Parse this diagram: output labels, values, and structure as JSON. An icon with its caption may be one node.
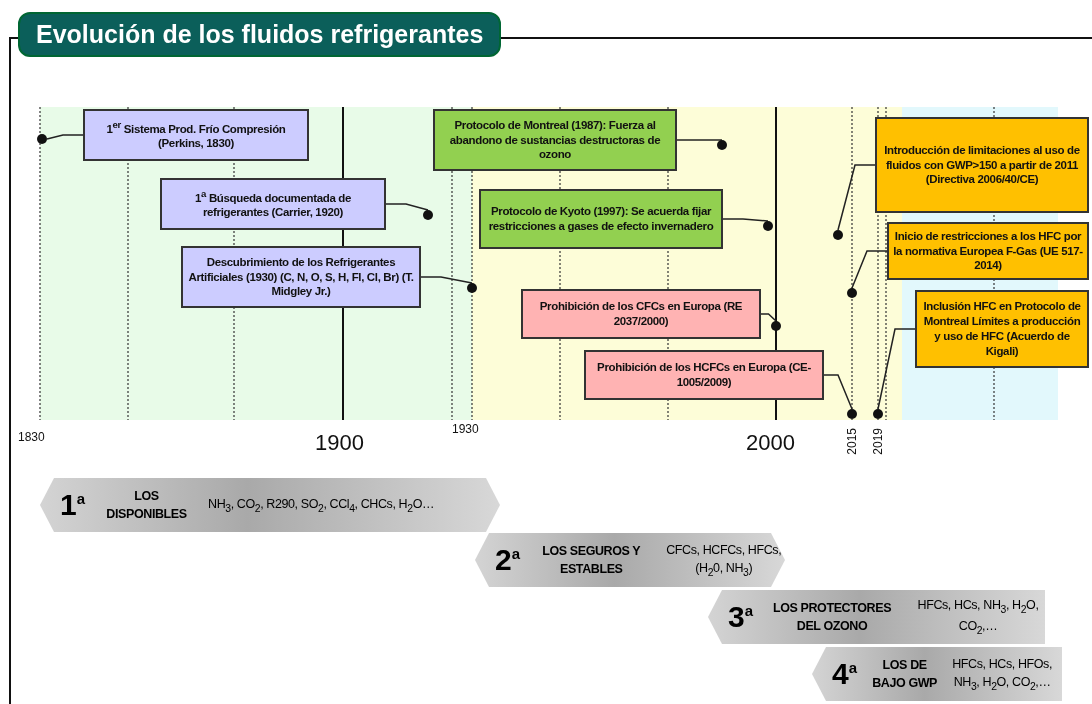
{
  "diagram": {
    "title": "Evolución de los fluidos refrigerantes",
    "nodes": [
      {
        "text": [
          "1$^{er}$ Sistema Prod. Frío Compresión (Perkins, 1830)"
        ]
      },
      {
        "text": [],
        "shape": "circle"
      },
      {
        "text": [
          "1$^{a}$ Búsqueda documentada de refrigerantes (Carrier, 1920)"
        ]
      },
      {
        "text": [],
        "shape": "circle"
      },
      {
        "text": [
          "Descubrimiento de los Refrigerantes Artificiales (1930) (C, N, O, S, H, Fl, Cl, Br) (T. Midgley Jr.)"
        ]
      },
      {
        "text": [],
        "shape": "circle"
      },
      {
        "text": [
          "Protocolo de Montreal (1987): Fuerza al abandono de sustancias destructoras de ozono"
        ]
      },
      {
        "text": [],
        "shape": "circle"
      },
      {
        "text": [
          "Protocolo de Kyoto (1997): Se acuerda fijar restricciones a gases de efecto invernadero"
        ]
      },
      {
        "text": [],
        "shape": "circle"
      },
      {
        "text": [
          "Prohibición de los CFCs en Europa (RE 2037/2000)"
        ]
      },
      {
        "text": [],
        "shape": "circle"
      },
      {
        "text": [
          "Prohibición de los HCFCs en Europa (CE-1005/2009)"
        ]
      },
      {
        "text": [],
        "shape": "circle"
      },
      {
        "text": [
          "Introducción de limitaciones al uso de fluidos con GWP>150 a partir de 2011 (Directiva 2006/40/CE)"
        ]
      },
      {
        "text": [],
        "shape": "circle"
      },
      {
        "text": [
          "Inicio de restricciones a los HFC por la normativa Europea F-Gas (UE 517-2014)"
        ]
      },
      {
        "text": [],
        "shape": "circle"
      },
      {
        "text": [
          "Inclusión HFC en Protocolo de Montreal Límites a producción y uso de HFC (Acuerdo de Kigali)"
        ]
      },
      {
        "text": [],
        "shape": "circle"
      },
      {
        "text": [
          "1$^{a}$",
          "LOS DISPONIBLES",
          "NH$_{3}$, CO$_{2}$, R290, SO$_{2}$, CCl$_{4}$, CHCs, H$_{2}$O…"
        ]
      },
      {
        "text": [
          "2$^{a}$",
          "LOS SEGUROS Y ESTABLES",
          "CFCs, HCFCs, HFCs, (H$_{2}$0, NH$_{3}$)"
        ]
      },
      {
        "text": [
          "3$^{a}$",
          "LOS PROTECTORES DEL OZONO",
          "HFCs, HCs, NH$_{3}$, H$_{2}$O, CO$_{2}$,…"
        ]
      },
      {
        "text": [
          "4$^{a}$",
          "LOS DE BAJO GWP",
          "HFCs, HCs, HFOs, NH$_{3}$, H$_{2}$O, CO$_{2}$,…"
        ]
      }
    ],
    "edges": [
      {
        "from": 0,
        "to": 1,
        "arrow": "none"
      },
      {
        "from": 2,
        "to": 3,
        "arrow": "none"
      },
      {
        "from": 4,
        "to": 5,
        "arrow": "none"
      },
      {
        "from": 6,
        "to": 7,
        "arrow": "none"
      },
      {
        "from": 8,
        "to": 9,
        "arrow": "none"
      },
      {
        "from": 10,
        "to": 11,
        "arrow": "none"
      },
      {
        "from": 12,
        "to": 13,
        "arrow": "none"
      },
      {
        "from": 14,
        "to": 15,
        "arrow": "none"
      },
      {
        "from": 16,
        "to": 17,
        "arrow": "none"
      },
      {
        "from": 18,
        "to": 19,
        "arrow": "none"
      }
    ],
    "labels": [
      "1830",
      "1900",
      "1930",
      "2000",
      "2015",
      "2019"
    ]
  }
}
